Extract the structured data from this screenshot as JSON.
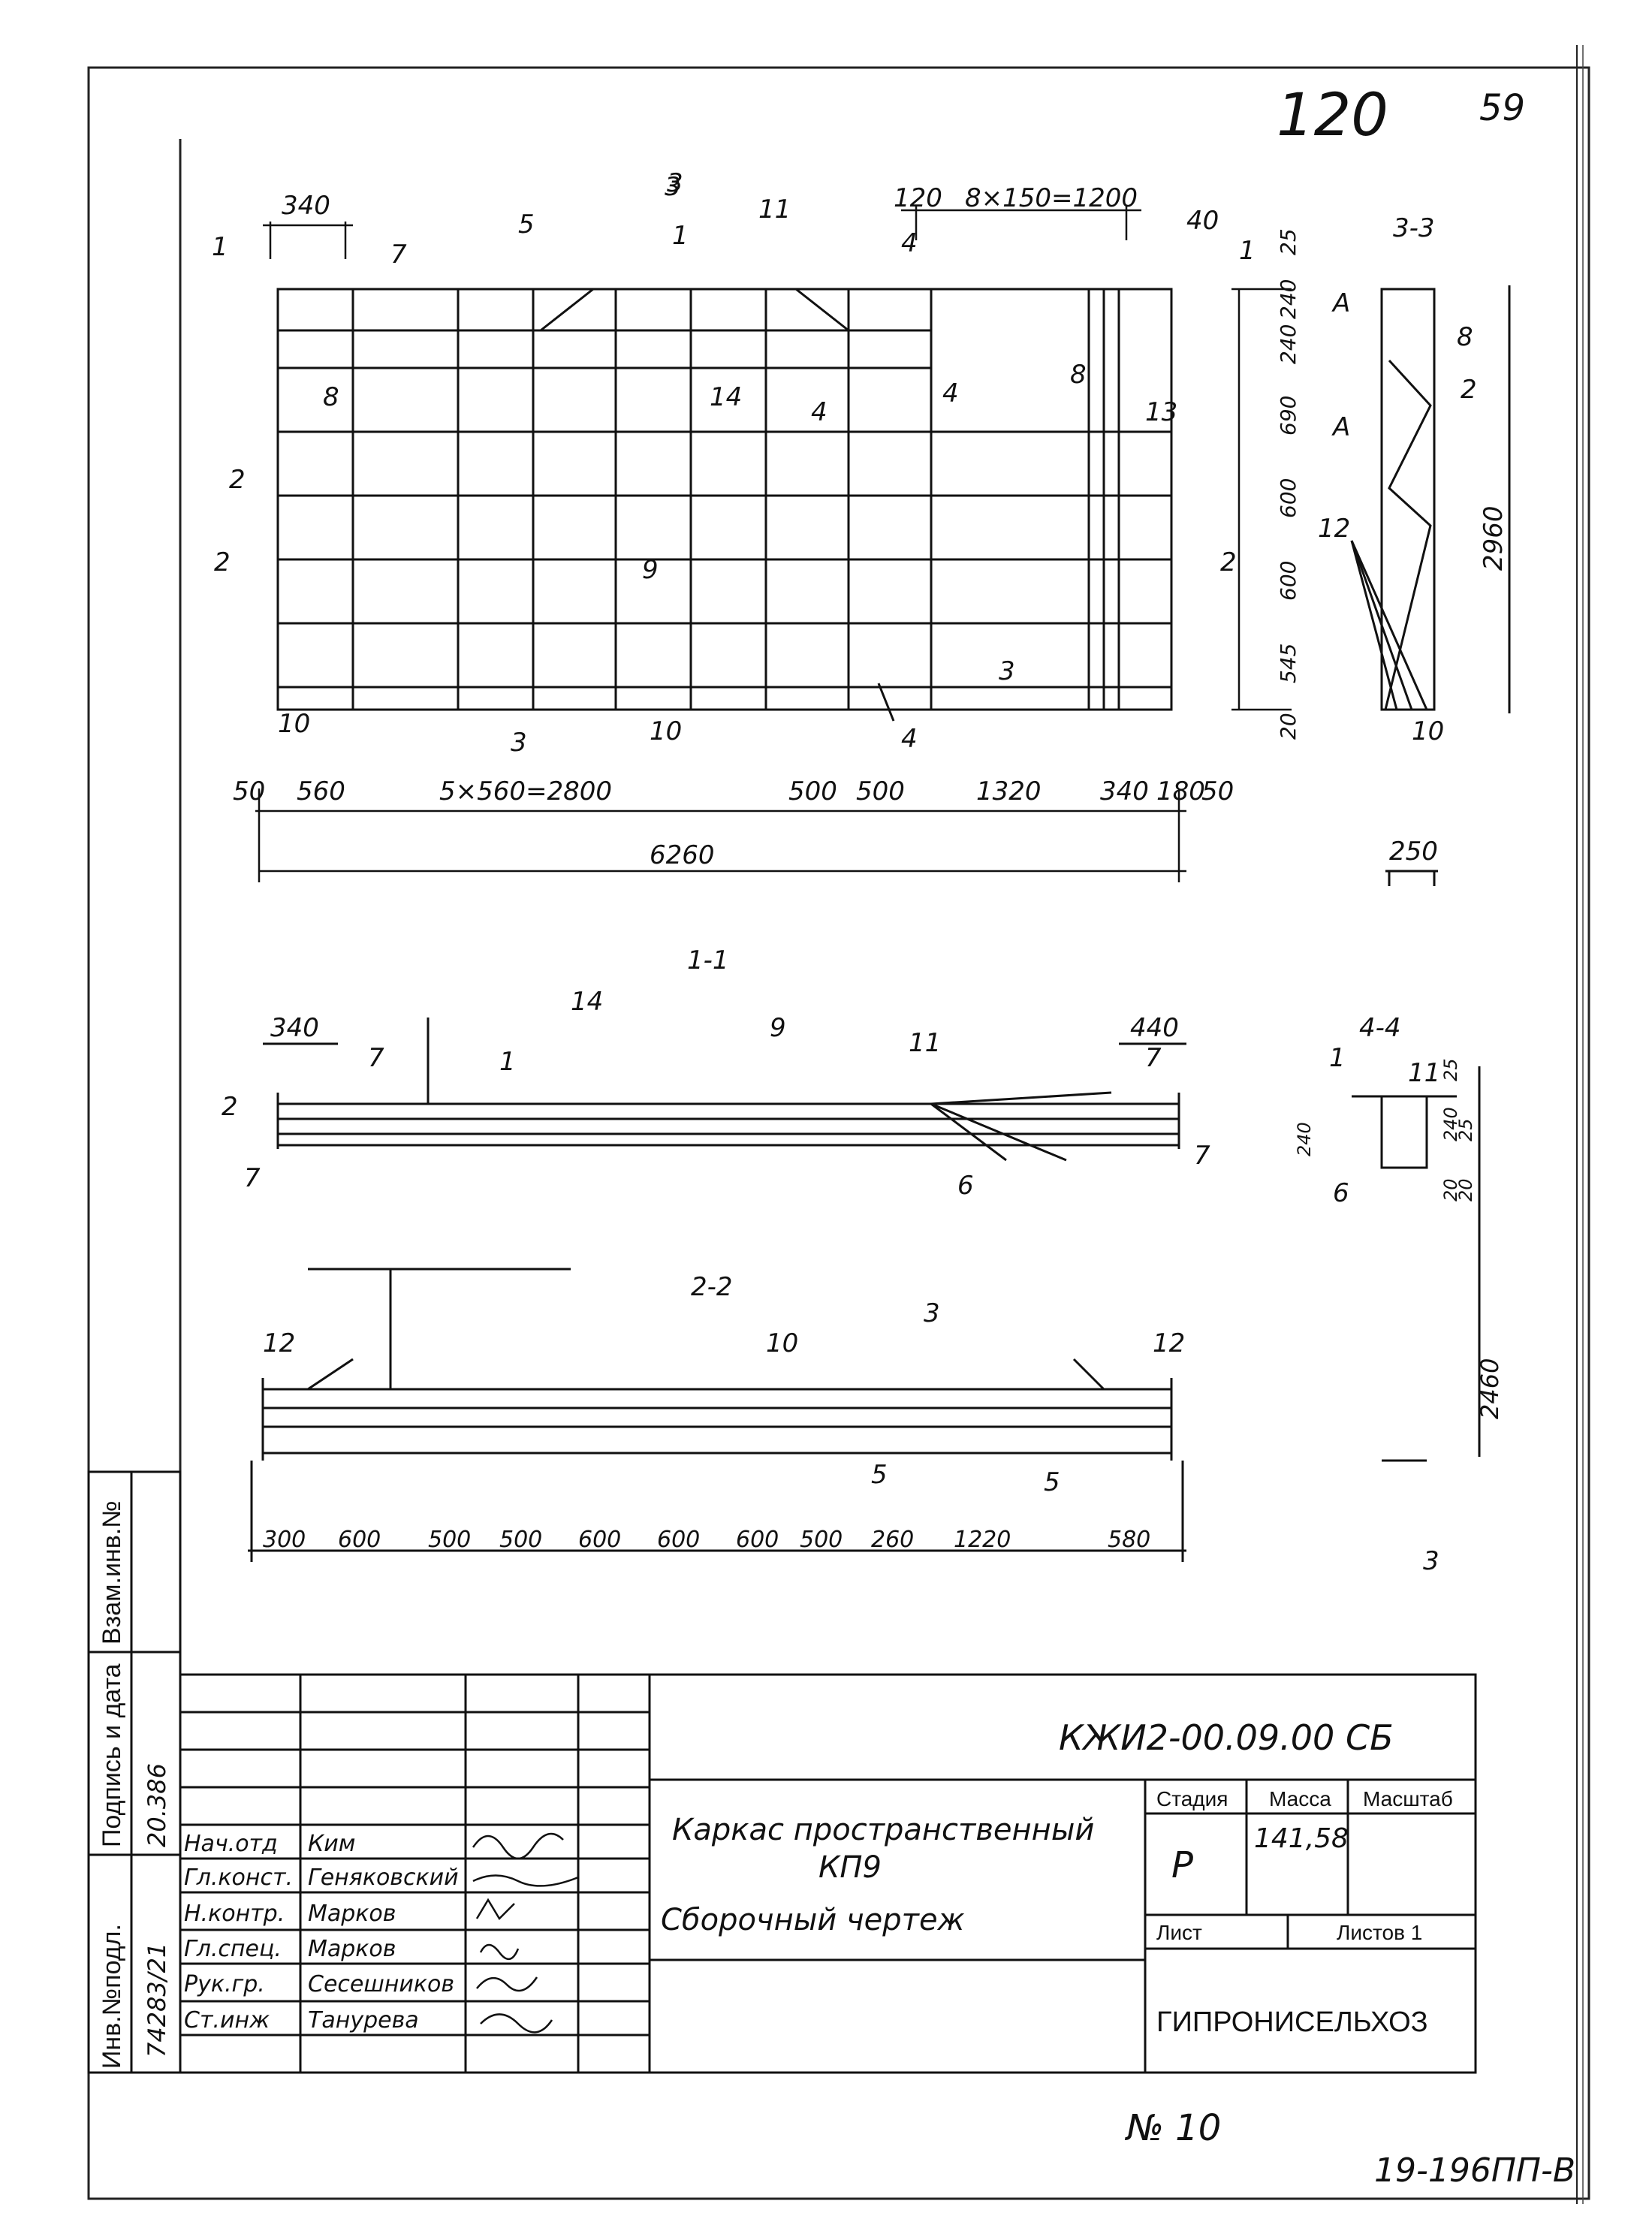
{
  "sheet": {
    "page_number": "120",
    "sheet_code": "59",
    "bottom_code": "19-196ПП-В",
    "bottom_note": "№ 10"
  },
  "title_block": {
    "document_code": "КЖИ2-00.09.00 СБ",
    "title_line1": "Каркас пространственный",
    "title_line2": "КП9",
    "title_line3": "Сборочный чертеж",
    "stage_label": "Стадия",
    "mass_label": "Масса",
    "scale_label": "Масштаб",
    "stage_value": "Р",
    "mass_value": "141,58",
    "sheet_label": "Лист",
    "sheets_label": "Листов 1",
    "organization": "ГИПРОНИСЕЛЬХОЗ",
    "signatories": [
      {
        "role": "Нач.отд",
        "name": "Ким"
      },
      {
        "role": "Гл.конст.",
        "name": "Геняковский"
      },
      {
        "role": "Н.контр.",
        "name": "Марков"
      },
      {
        "role": "Гл.спец.",
        "name": "Марков"
      },
      {
        "role": "Рук.гр.",
        "name": "Сесешников"
      },
      {
        "role": "Ст.инж",
        "name": "Танурева"
      }
    ]
  },
  "side_stamp": {
    "col1": "Инв.№подл.",
    "col2": "Подпись и дата",
    "col3": "Взам.инв.№",
    "inv_value": "74283/21",
    "date_value": "20.386"
  },
  "main_view": {
    "sections": [
      "1",
      "1",
      "2",
      "2",
      "3",
      "3",
      "4",
      "4"
    ],
    "top_dims": [
      "340",
      "120",
      "8×150=1200",
      "40"
    ],
    "bottom_dims": [
      "50",
      "560",
      "5×560=2800",
      "500",
      "500",
      "1320",
      "340",
      "180",
      "50"
    ],
    "overall": "6260",
    "right_dims": [
      "25",
      "240",
      "240",
      "690",
      "600",
      "600",
      "545",
      "20"
    ],
    "marks": [
      "5",
      "3",
      "1",
      "11",
      "4",
      "9",
      "14",
      "4",
      "11",
      "8",
      "13",
      "3",
      "10",
      "10",
      "2",
      "5",
      "7",
      "8",
      "6"
    ]
  },
  "section_33": {
    "title": "3-3",
    "height": "2960",
    "width": "250",
    "marks": [
      "А",
      "8",
      "2",
      "А",
      "12",
      "10"
    ]
  },
  "section_11": {
    "title": "1-1",
    "dims": [
      "340",
      "440"
    ],
    "marks": [
      "14",
      "9",
      "11",
      "7",
      "7",
      "2",
      "7",
      "1",
      "6",
      "7"
    ]
  },
  "section_44": {
    "title": "4-4",
    "dims": [
      "240",
      "25",
      "240",
      "25",
      "20",
      "20",
      "2460"
    ],
    "marks": [
      "1",
      "11",
      "6",
      "3"
    ]
  },
  "section_22": {
    "title": "2-2",
    "dims": [
      "300",
      "600",
      "500",
      "500",
      "600",
      "600",
      "600",
      "500",
      "260",
      "1220",
      "580"
    ],
    "marks": [
      "12",
      "10",
      "3",
      "12",
      "5",
      "5"
    ]
  }
}
